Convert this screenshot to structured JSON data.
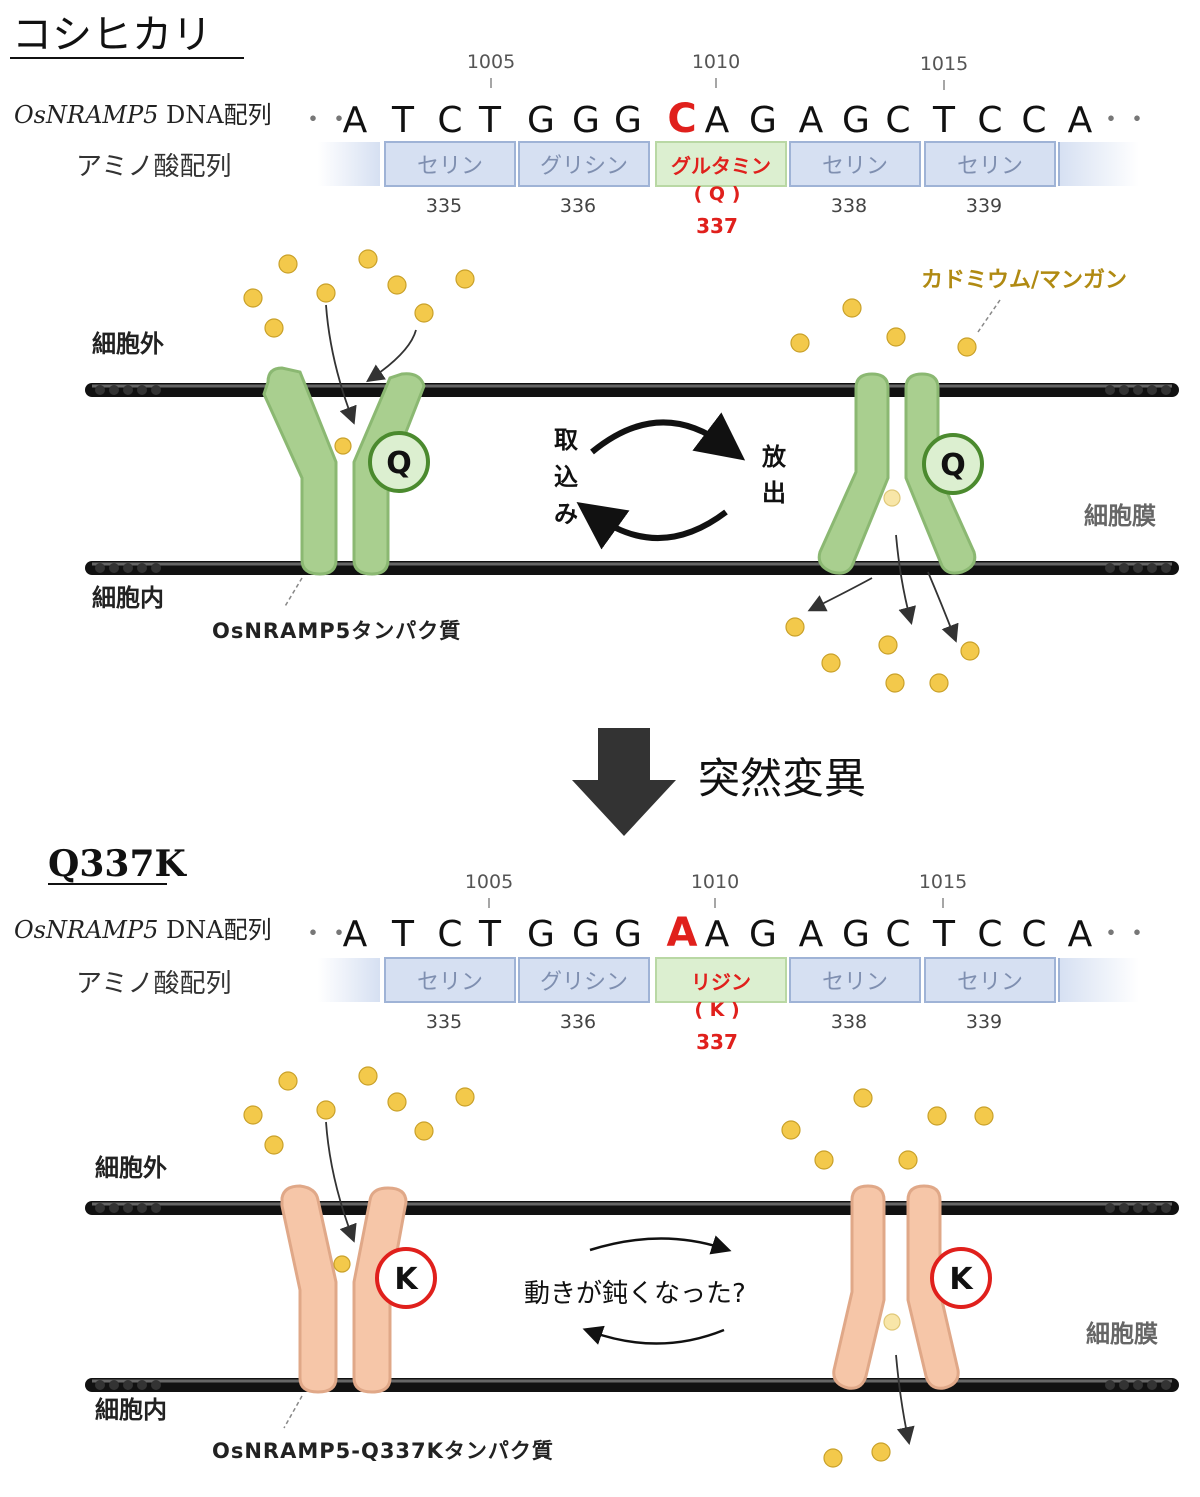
{
  "panels": [
    {
      "title": "コシヒカリ",
      "positions": [
        "1005",
        "1010",
        "1015"
      ],
      "dna_label_italic": "OsNRAMP5",
      "dna_label_rest": " DNA配列",
      "aa_label": "アミノ酸配列",
      "bases_before": [
        "A",
        "T",
        "C",
        "T",
        "G",
        "G",
        "G"
      ],
      "mutated_base": "C",
      "bases_after": [
        "A",
        "G",
        "A",
        "G",
        "C",
        "T",
        "C",
        "C",
        "A"
      ],
      "dots_left": "・・",
      "dots_right": "・・",
      "amino_acids": [
        {
          "name": "セリン",
          "num": "335"
        },
        {
          "name": "グリシン",
          "num": "336"
        },
        {
          "name": "グルタミン",
          "code": "( Q )",
          "num": "337"
        },
        {
          "name": "セリン",
          "num": "338"
        },
        {
          "name": "セリン",
          "num": "339"
        }
      ],
      "outside_label": "細胞外",
      "inside_label": "細胞内",
      "membrane_label": "細胞膜",
      "protein_label": "OsNRAMP5タンパク質",
      "residue_letter": "Q",
      "cycle_left": "取込み",
      "cycle_right": "放出",
      "metal_label": "カドミウム/マンガン"
    },
    {
      "title": "Q337K",
      "positions": [
        "1005",
        "1010",
        "1015"
      ],
      "dna_label_italic": "OsNRAMP5",
      "dna_label_rest": " DNA配列",
      "aa_label": "アミノ酸配列",
      "bases_before": [
        "A",
        "T",
        "C",
        "T",
        "G",
        "G",
        "G"
      ],
      "mutated_base": "A",
      "bases_after": [
        "A",
        "G",
        "A",
        "G",
        "C",
        "T",
        "C",
        "C",
        "A"
      ],
      "dots_left": "・・",
      "dots_right": "・・",
      "amino_acids": [
        {
          "name": "セリン",
          "num": "335"
        },
        {
          "name": "グリシン",
          "num": "336"
        },
        {
          "name": "リジン",
          "code": "( K )",
          "num": "337"
        },
        {
          "name": "セリン",
          "num": "338"
        },
        {
          "name": "セリン",
          "num": "339"
        }
      ],
      "outside_label": "細胞外",
      "inside_label": "細胞内",
      "membrane_label": "細胞膜",
      "protein_label": "OsNRAMP5-Q337Kタンパク質",
      "residue_letter": "K",
      "cycle_center": "動きが鈍くなった?"
    }
  ],
  "mutation_label": "突然変異",
  "colors": {
    "mutation_red": "#e0201c",
    "metal_gold": "#f3c94b",
    "wildtype_protein": "#a9cf8f",
    "mutant_protein": "#f6c6a8",
    "aa_box": "#d6e0f2",
    "aa_box_highlight": "#dcefd0",
    "metal_label_color": "#b08a12"
  }
}
